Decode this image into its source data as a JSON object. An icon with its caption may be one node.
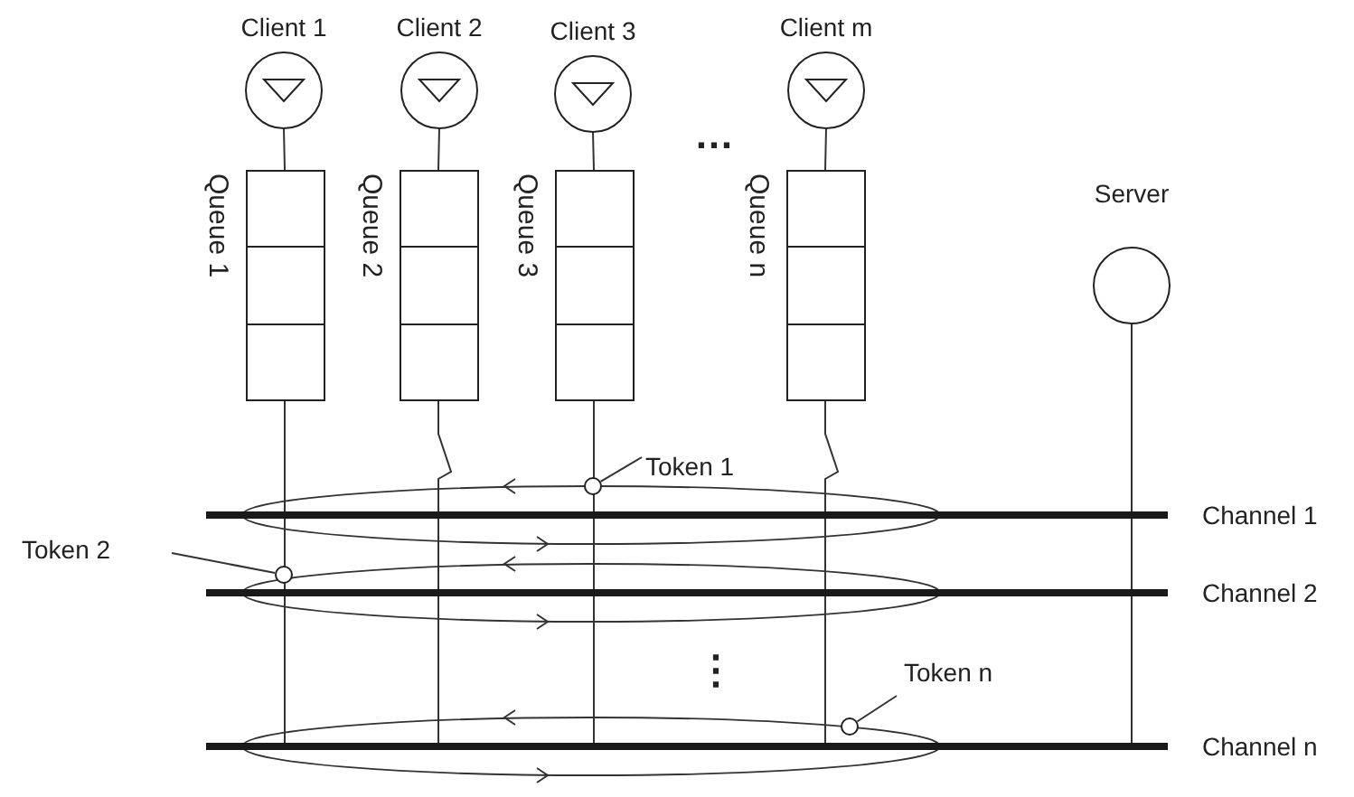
{
  "diagram": {
    "nodes": [
      {
        "text": [
          "Client 1"
        ]
      },
      {
        "text": [
          "Client 2"
        ]
      },
      {
        "text": [
          "Client 3"
        ]
      },
      {
        "text": [
          "Client m"
        ]
      },
      {
        "text": [
          "Queue 1"
        ]
      },
      {
        "text": [
          "Queue 2"
        ]
      },
      {
        "text": [
          "Queue 3"
        ]
      },
      {
        "text": [
          "Queue n"
        ]
      },
      {
        "text": [
          "Server"
        ]
      },
      {
        "text": [
          "Token 1"
        ]
      },
      {
        "text": [],
        "shape": "circle"
      },
      {
        "text": [
          "Channel 1"
        ]
      },
      {
        "text": [
          "Token 2"
        ]
      },
      {
        "text": [],
        "shape": "circle"
      },
      {
        "text": [
          "Channel 2"
        ]
      },
      {
        "text": [
          "Token n"
        ]
      },
      {
        "text": [],
        "shape": "circle"
      },
      {
        "text": [
          "Channel n"
        ]
      }
    ],
    "edges": [
      {
        "from": 0,
        "to": 4,
        "arrow": "none"
      },
      {
        "from": 1,
        "to": 5,
        "arrow": "none"
      },
      {
        "from": 2,
        "to": 6,
        "arrow": "none"
      },
      {
        "from": 3,
        "to": 7,
        "arrow": "none"
      },
      {
        "from": 4,
        "to": 17,
        "arrow": "none"
      },
      {
        "from": 5,
        "to": 17,
        "arrow": "none"
      },
      {
        "from": 6,
        "to": 17,
        "arrow": "none"
      },
      {
        "from": 7,
        "to": 17,
        "arrow": "none"
      },
      {
        "from": 8,
        "to": 17,
        "arrow": "none"
      },
      {
        "from": 9,
        "to": 10,
        "arrow": "none"
      },
      {
        "from": 12,
        "to": 13,
        "arrow": "none"
      },
      {
        "from": 15,
        "to": 16,
        "arrow": "none"
      }
    ],
    "labels": [
      "…",
      "⋮"
    ]
  }
}
